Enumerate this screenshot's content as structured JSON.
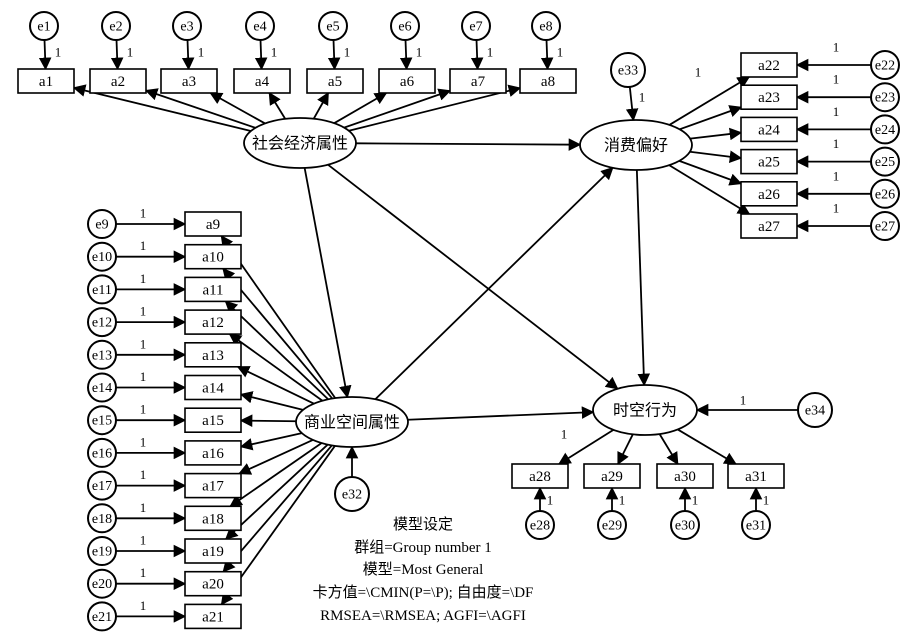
{
  "latents": {
    "socio": "社会经济属性",
    "pref": "消费偏好",
    "comm": "商业空间属性",
    "behav": "时空行为"
  },
  "observed": [
    "a1",
    "a2",
    "a3",
    "a4",
    "a5",
    "a6",
    "a7",
    "a8",
    "a9",
    "a10",
    "a11",
    "a12",
    "a13",
    "a14",
    "a15",
    "a16",
    "a17",
    "a18",
    "a19",
    "a20",
    "a21",
    "a22",
    "a23",
    "a24",
    "a25",
    "a26",
    "a27",
    "a28",
    "a29",
    "a30",
    "a31"
  ],
  "errors": [
    "e1",
    "e2",
    "e3",
    "e4",
    "e5",
    "e6",
    "e7",
    "e8",
    "e9",
    "e10",
    "e11",
    "e12",
    "e13",
    "e14",
    "e15",
    "e16",
    "e17",
    "e18",
    "e19",
    "e20",
    "e21",
    "e22",
    "e23",
    "e24",
    "e25",
    "e26",
    "e27",
    "e28",
    "e29",
    "e30",
    "e31",
    "e32",
    "e33",
    "e34"
  ],
  "fixed_loading": "1",
  "notes": {
    "title": "模型设定",
    "group": "群组=Group number 1",
    "model": "模型=Most General",
    "chi": "卡方值=\\CMIN(P=\\P); 自由度=\\DF",
    "rmsea": "RMSEA=\\RMSEA; AGFI=\\AGFI"
  }
}
